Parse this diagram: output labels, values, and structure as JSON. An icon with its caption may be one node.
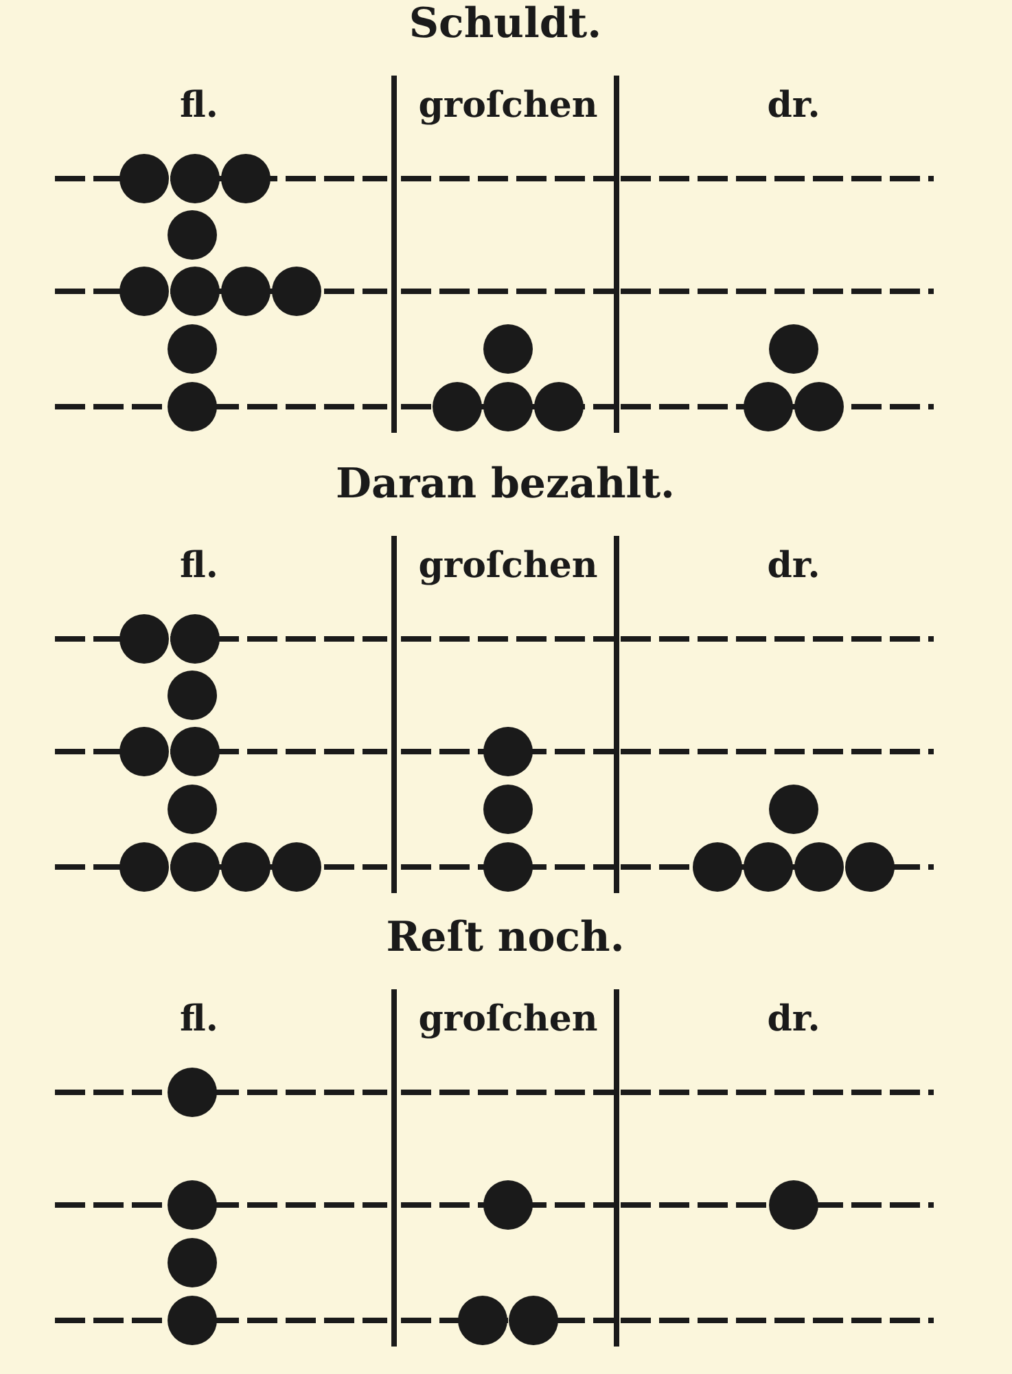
{
  "diagram": {
    "labels": [
      "Schuldt.",
      "fl.",
      "groſchen",
      "dr.",
      "Daran bezahlt.",
      "fl.",
      "groſchen",
      "dr.",
      "Reſt noch.",
      "fl.",
      "groſchen",
      "dr."
    ]
  }
}
